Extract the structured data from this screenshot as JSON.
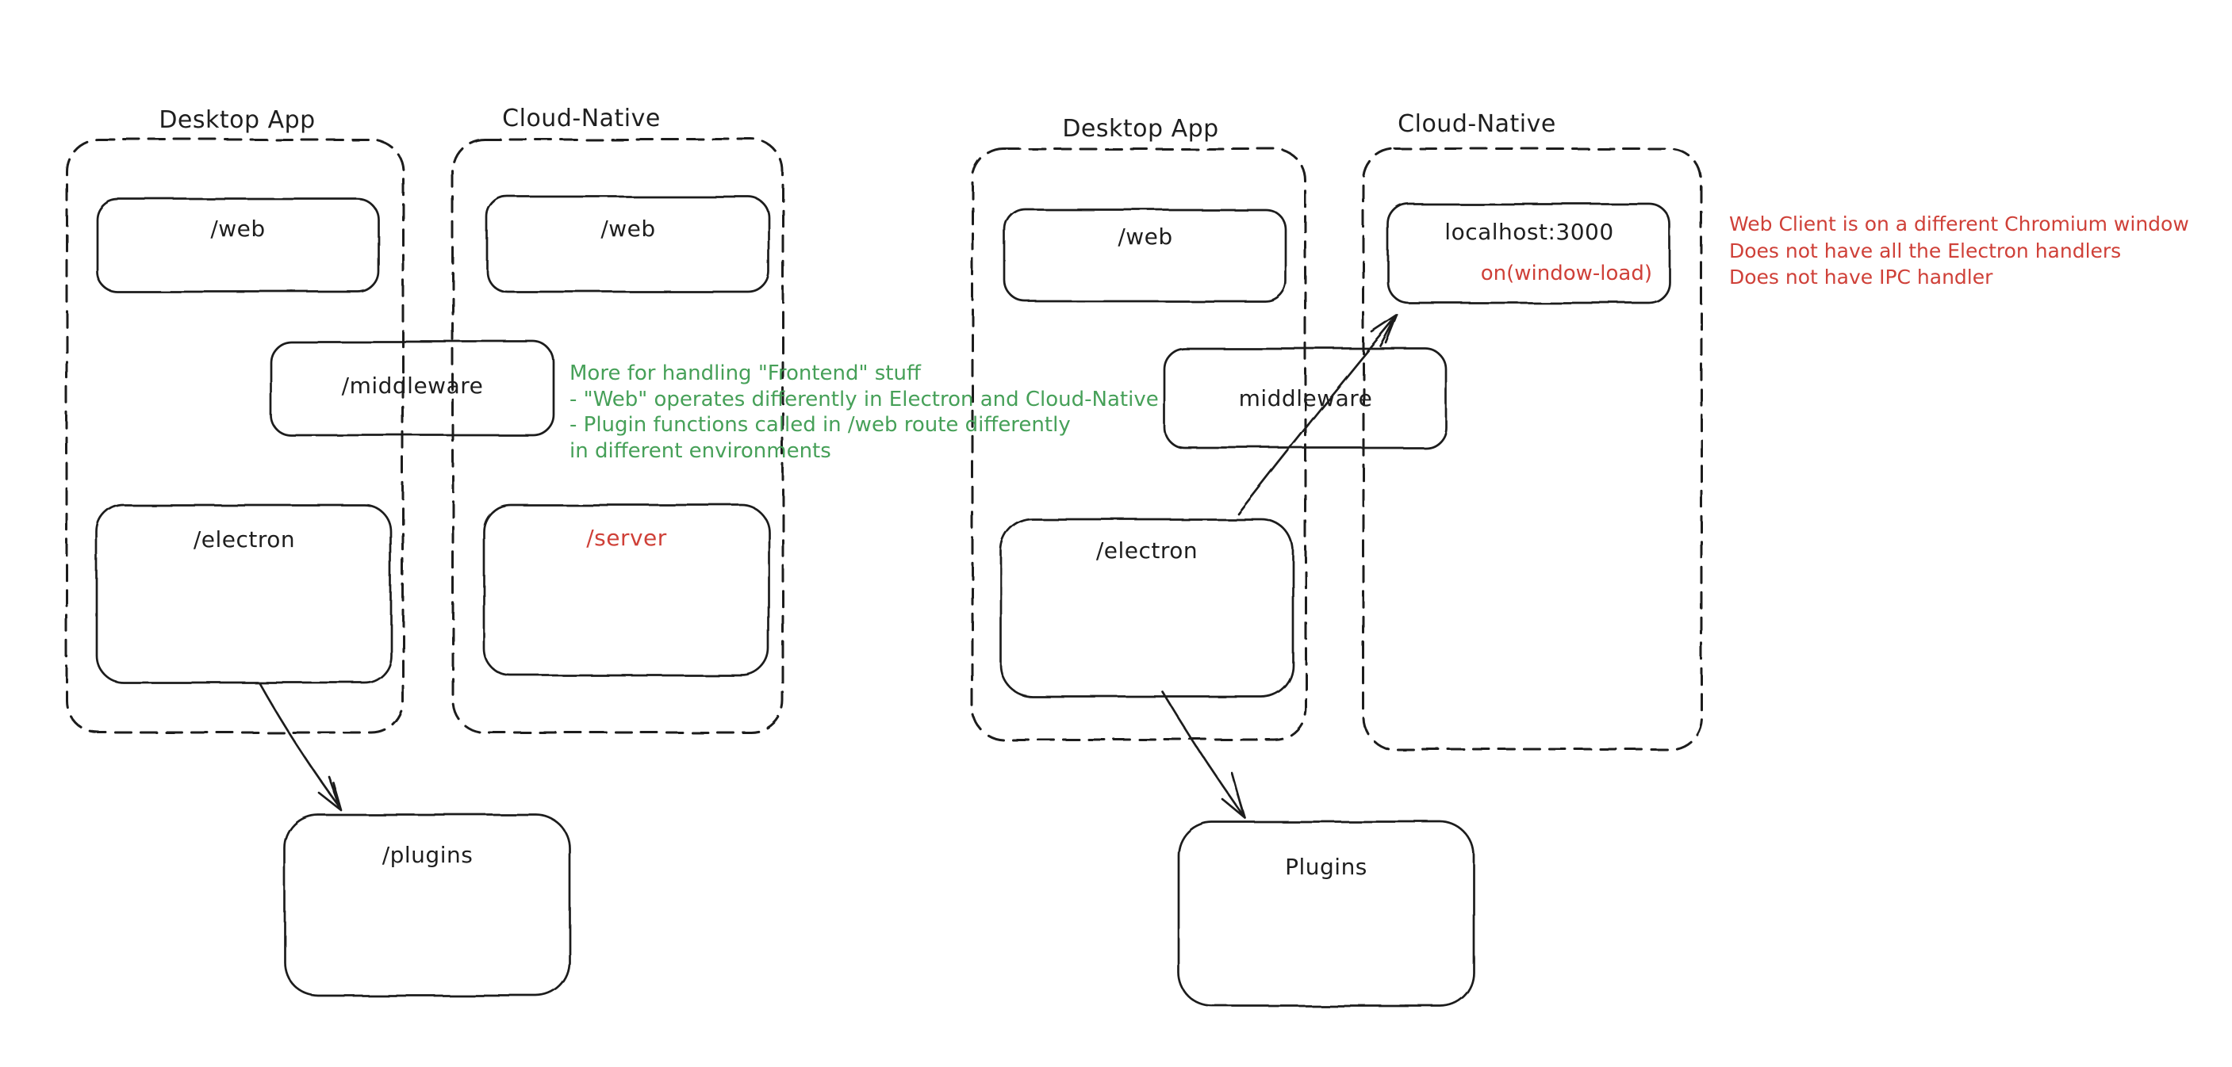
{
  "canvas": {
    "background": "#ffffff",
    "ink": "#1e1e1e",
    "green": "#46a058",
    "red": "#cf4038"
  },
  "left": {
    "desktop": {
      "title": "Desktop App",
      "web_label": "/web",
      "electron_label": "/electron"
    },
    "cloud": {
      "title": "Cloud-Native",
      "web_label": "/web",
      "server_label": "/server"
    },
    "middleware_label": "/middleware",
    "plugins_label": "/plugins",
    "green_note": [
      "More for handling \"Frontend\" stuff",
      "- \"Web\" operates differently in Electron and Cloud-Native",
      "- Plugin functions called in /web route differently",
      "in different environments"
    ]
  },
  "right": {
    "desktop": {
      "title": "Desktop App",
      "web_label": "/web",
      "electron_label": "/electron"
    },
    "cloud": {
      "title": "Cloud-Native",
      "localhost_label": "localhost:3000",
      "event_label": "on(window-load)"
    },
    "middleware_label": "middleware",
    "plugins_label": "Plugins",
    "red_note": [
      "Web Client is on a different Chromium window",
      "Does not have all the Electron handlers",
      "Does not have IPC handler"
    ]
  }
}
